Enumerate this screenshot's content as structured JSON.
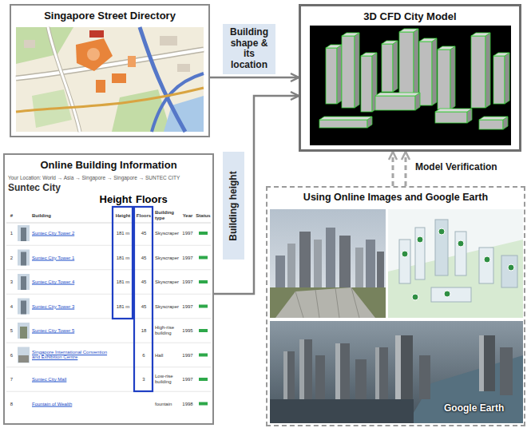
{
  "diagram": {
    "nodes": [
      {
        "text": [
          "Singapore Street Directory"
        ]
      },
      {
        "text": [
          "3D CFD City Model"
        ]
      },
      {
        "text": [
          "Online Building Information"
        ]
      },
      {
        "text": [
          "Using Online Images and Google Earth"
        ]
      }
    ],
    "edges": [
      {
        "from": 0,
        "to": 1,
        "arrow": "to",
        "label": "Building shape & its location"
      },
      {
        "from": 2,
        "to": 1,
        "arrow": "to",
        "label": "Building height"
      },
      {
        "from": 3,
        "to": 1,
        "arrow": "to"
      },
      {
        "from": 3,
        "to": 1,
        "arrow": "to",
        "label": "Model Verification"
      }
    ],
    "labels": [
      "Your Location: World → Asia → Singapore → Singapore → SUNTEC CITY",
      "Suntec City",
      "Height",
      "Floors",
      "#",
      "Building",
      "Height",
      "Floors",
      "Building type",
      "Year",
      "Status",
      "1",
      "Suntec City Tower 2",
      "181 m",
      "45",
      "Skyscraper",
      "1997",
      "2",
      "Suntec City Tower 1",
      "181 m",
      "45",
      "Skyscraper",
      "1997",
      "3",
      "Suntec City Tower 4",
      "181 m",
      "45",
      "Skyscraper",
      "1997",
      "4",
      "Suntec City Tower 3",
      "181 m",
      "45",
      "Skyscraper",
      "1997",
      "5",
      "Suntec City Tower 5",
      "18",
      "High-rise building",
      "1995",
      "6",
      "Singapore International Convention and Exhibition Centre",
      "6",
      "Hall",
      "1997",
      "7",
      "Suntec City Mall",
      "3",
      "Low-rise building",
      "1997",
      "8",
      "Fountain of Wealth",
      "fountain",
      "1998",
      "Google Earth"
    ]
  }
}
